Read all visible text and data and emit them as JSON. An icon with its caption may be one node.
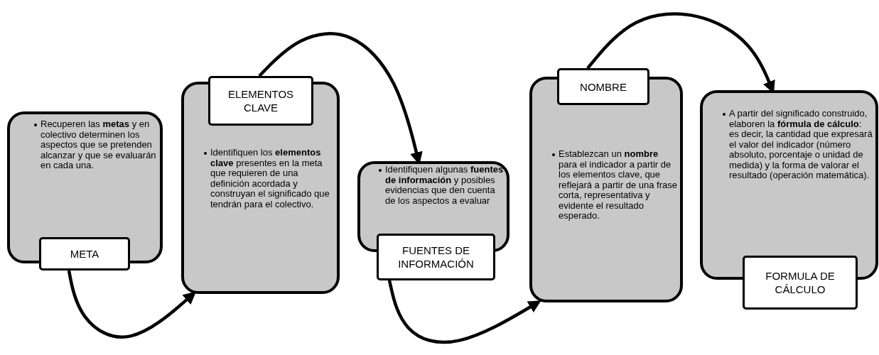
{
  "diagram": {
    "nodes": [
      {
        "text": [
          "Recuperen las **metas** y en colectivo determinen los aspectos que se pretenden alcanzar y que se evaluarán en cada una.",
          "META"
        ]
      },
      {
        "text": [
          "ELEMENTOS CLAVE",
          "Identifiquen los **elementos clave** presentes en la meta que requieren de una definición acordada y construyan el significado que tendrán para el colectivo."
        ]
      },
      {
        "text": [
          "Identifiquen algunas **fuentes de información** y posibles evidencias que den cuenta de los aspectos a evaluar",
          "FUENTES DE INFORMACIÓN"
        ]
      },
      {
        "text": [
          "NOMBRE",
          "Establezcan un **nombre** para el indicador a partir de los elementos clave, que reflejará a partir de una frase corta, representativa y evidente el resultado esperado."
        ]
      },
      {
        "text": [
          "A partir del significado construido, elaboren la **fórmula de cálculo**: es decir, la cantidad que expresará el valor del indicador (número absoluto, porcentaje o unidad de medida) y la forma de  valorar el resultado (operación matemática).",
          "FORMULA DE CÁLCULO"
        ]
      }
    ],
    "edges": [
      {
        "from": 0,
        "to": 1,
        "arrow": "to"
      },
      {
        "from": 1,
        "to": 2,
        "arrow": "to"
      },
      {
        "from": 2,
        "to": 3,
        "arrow": "to"
      },
      {
        "from": 3,
        "to": 4,
        "arrow": "to"
      }
    ]
  }
}
